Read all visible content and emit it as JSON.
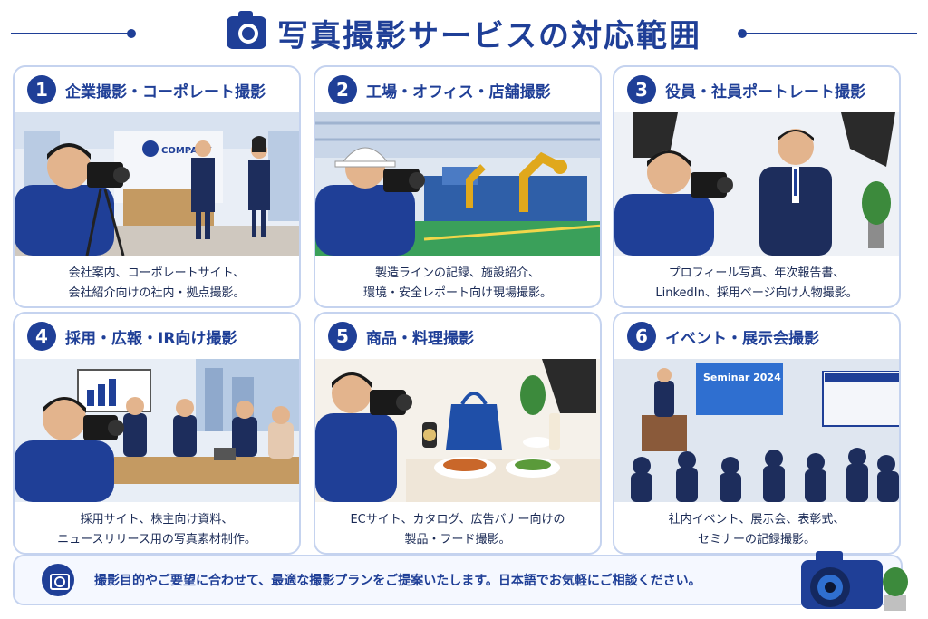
{
  "header": {
    "title": "写真撮影サービスの対応範囲",
    "icon": "camera-icon"
  },
  "cards": [
    {
      "number": "1",
      "title": "企業撮影・コーポレート撮影",
      "desc": "会社案内、コーポレートサイト、\n会社紹介向けの社内・拠点撮影。",
      "sign_text": "COMPANY"
    },
    {
      "number": "2",
      "title": "工場・オフィス・店舗撮影",
      "desc": "製造ラインの記録、施設紹介、\n環境・安全レポート向け現場撮影。"
    },
    {
      "number": "3",
      "title": "役員・社員ポートレート撮影",
      "desc": "プロフィール写真、年次報告書、\nLinkedIn、採用ページ向け人物撮影。"
    },
    {
      "number": "4",
      "title": "採用・広報・IR向け撮影",
      "desc": "採用サイト、株主向け資料、\nニュースリリース用の写真素材制作。"
    },
    {
      "number": "5",
      "title": "商品・料理撮影",
      "desc": "ECサイト、カタログ、広告バナー向けの\n製品・フード撮影。"
    },
    {
      "number": "6",
      "title": "イベント・展示会撮影",
      "desc": "社内イベント、展示会、表彰式、\nセミナーの記録撮影。",
      "screen_text": "Seminar 2024"
    }
  ],
  "footer": {
    "text": "撮影目的やご要望に合わせて、最適な撮影プランをご提案いたします。日本語でお気軽にご相談ください。",
    "icon": "camera-icon"
  },
  "colors": {
    "primary": "#1f3f97",
    "border": "#c5d3ef"
  }
}
